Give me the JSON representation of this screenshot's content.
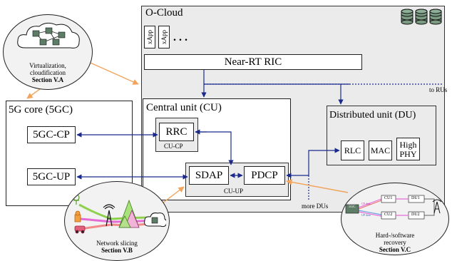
{
  "ocloud": {
    "title": "O-Cloud",
    "xapp1": "xApp",
    "xapp2": "xApp",
    "ellipsis": ". . ."
  },
  "ric": {
    "label": "Near-RT RIC"
  },
  "to_rus": "to RUs",
  "more_dus": "more DUs",
  "core": {
    "title": "5G core (5GC)",
    "cp": "5GC-CP",
    "up": "5GC-UP"
  },
  "cu": {
    "title": "Central unit (CU)",
    "rrc": "RRC",
    "cucp": "CU-CP",
    "sdap": "SDAP",
    "pdcp": "PDCP",
    "cuup": "CU-UP"
  },
  "du": {
    "title": "Distributed unit (DU)",
    "rlc": "RLC",
    "mac": "MAC",
    "phy_line1": "High",
    "phy_line2": "PHY"
  },
  "callout_virt": {
    "line1": "Virtualization,",
    "line2": "cloudification",
    "section": "Section V.A"
  },
  "callout_slicing": {
    "line1": "Network slicing",
    "section": "Section V.B"
  },
  "callout_recovery": {
    "line1": "Hard-/software",
    "line2": "recovery",
    "section": "Section V.C",
    "core_label": "5GC",
    "cu1": "CU1",
    "du1": "DU1",
    "cu2": "CU2",
    "du2": "DU2",
    "cp_label": "CP data",
    "up_label": "UP data"
  },
  "colors": {
    "blue": "#1a2a8c",
    "orange": "#f2a45c",
    "gray": "#ebebeb",
    "disk": "#7a9a82"
  }
}
